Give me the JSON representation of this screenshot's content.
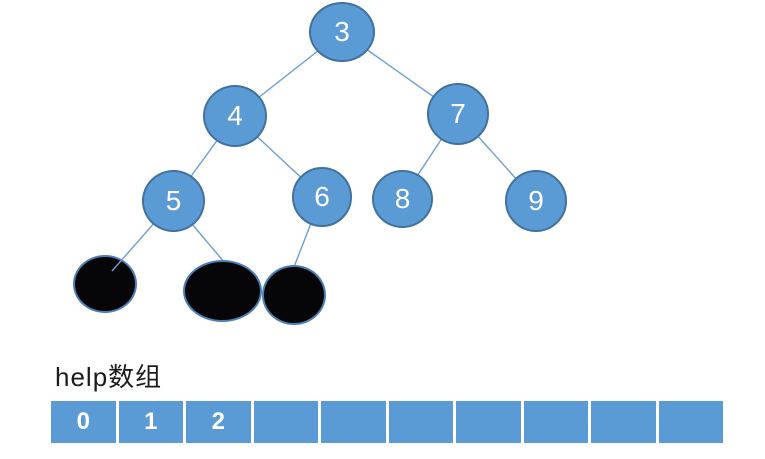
{
  "diagram": {
    "tree": {
      "nodes": [
        {
          "label": "3"
        },
        {
          "label": "4"
        },
        {
          "label": "7"
        },
        {
          "label": "5"
        },
        {
          "label": "6"
        },
        {
          "label": "8"
        },
        {
          "label": "9"
        }
      ],
      "filled_leaf_count": 3,
      "edges": [
        [
          "3",
          "4"
        ],
        [
          "3",
          "7"
        ],
        [
          "4",
          "5"
        ],
        [
          "4",
          "6"
        ],
        [
          "7",
          "8"
        ],
        [
          "7",
          "9"
        ],
        [
          "5",
          "filled-1"
        ],
        [
          "5",
          "filled-2"
        ],
        [
          "6",
          "filled-3"
        ]
      ]
    },
    "help_array": {
      "label": "help数组",
      "cells": [
        "0",
        "1",
        "2",
        "",
        "",
        "",
        "",
        "",
        "",
        ""
      ]
    },
    "colors": {
      "node_fill": "#5b9bd5",
      "node_border": "#41719c",
      "edge_line": "#6e9ed6",
      "filled_node_fill": "#060608",
      "array_cell_fill": "#5b9bd5",
      "array_text": "#ffffff",
      "label_text": "#1c1c1c",
      "background": "#ffffff"
    }
  }
}
